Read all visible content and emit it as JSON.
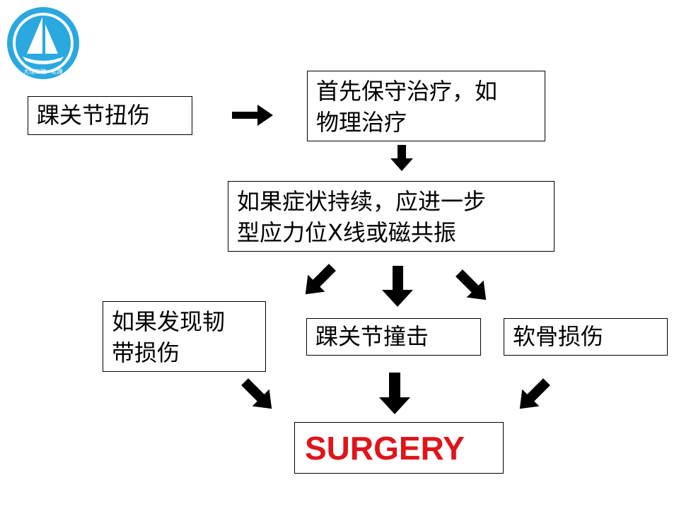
{
  "logo": {
    "text": "大连三院 · 足踝",
    "colors": {
      "ring": "#2aa8e0",
      "sail": "#ffffff"
    }
  },
  "nodes": {
    "ankle_sprain": {
      "label": "踝关节扭伤"
    },
    "conservative": {
      "lines": [
        "首先保守治疗，如",
        "物理治疗"
      ]
    },
    "persist": {
      "lines": [
        "如果症状持续，应进一步",
        "型应力位X线或磁共振"
      ]
    },
    "ligament": {
      "lines": [
        "如果发现韧",
        "带损伤"
      ]
    },
    "impingement": {
      "label": "踝关节撞击"
    },
    "cartilage": {
      "label": "软骨损伤"
    },
    "surgery": {
      "label": "SURGERY"
    }
  },
  "colors": {
    "surgery_text": "#e0141a",
    "arrow": "#000000",
    "border": "#000000"
  }
}
